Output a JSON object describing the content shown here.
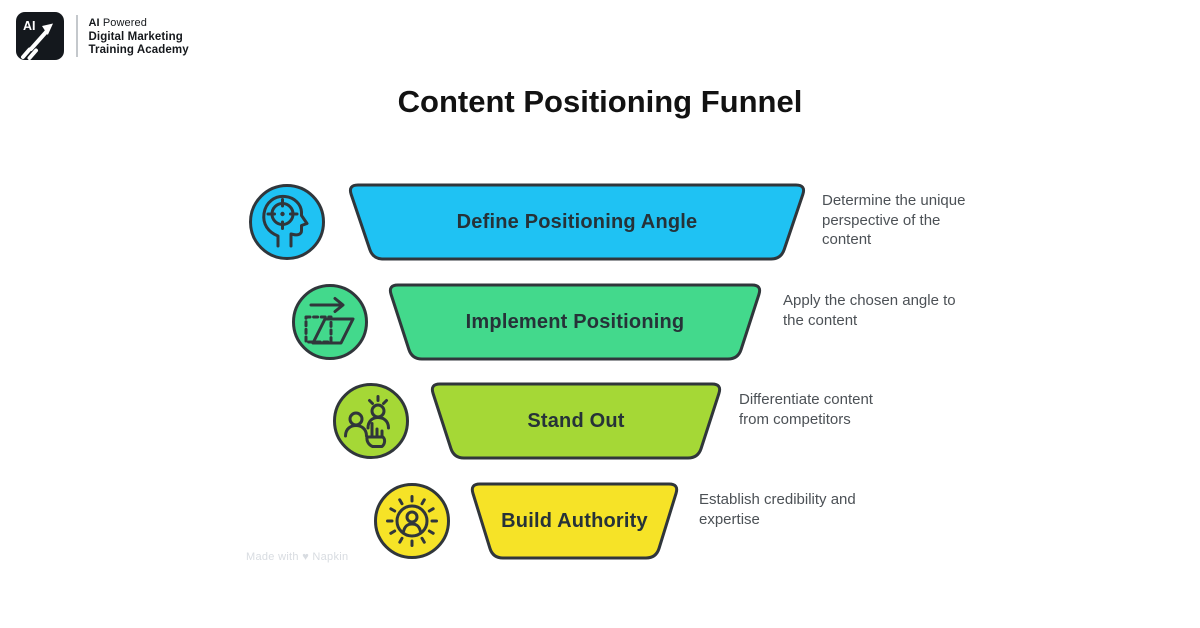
{
  "logo": {
    "badge_text": "AI",
    "line1_strong": "AI",
    "line1_rest": " Powered",
    "line2": "Digital Marketing",
    "line3": "Training Academy"
  },
  "title": "Content Positioning Funnel",
  "colors": {
    "outline": "#30363b",
    "label_text": "#263238",
    "desc_text": "#4c5156",
    "title_text": "#121212",
    "brand_text": "#15181c",
    "logo_bg": "#14181d",
    "logo_fg": "#ffffff",
    "divider": "#c4c8cc",
    "watermark": "#d8dce1"
  },
  "funnel": {
    "stages": [
      {
        "label": "Define Positioning Angle",
        "description": "Determine the unique perspective of the content",
        "color": "#1FC2F3",
        "icon": "mind-target-icon"
      },
      {
        "label": "Implement Positioning",
        "description": "Apply the chosen angle to the content",
        "color": "#43D98C",
        "icon": "transform-shape-icon"
      },
      {
        "label": "Stand Out",
        "description": "Differentiate content from competitors",
        "color": "#A5D836",
        "icon": "standout-people-icon"
      },
      {
        "label": "Build Authority",
        "description": "Establish credibility and expertise",
        "color": "#F6E327",
        "icon": "authority-badge-icon"
      }
    ]
  },
  "watermark": "Made with ♥ Napkin"
}
